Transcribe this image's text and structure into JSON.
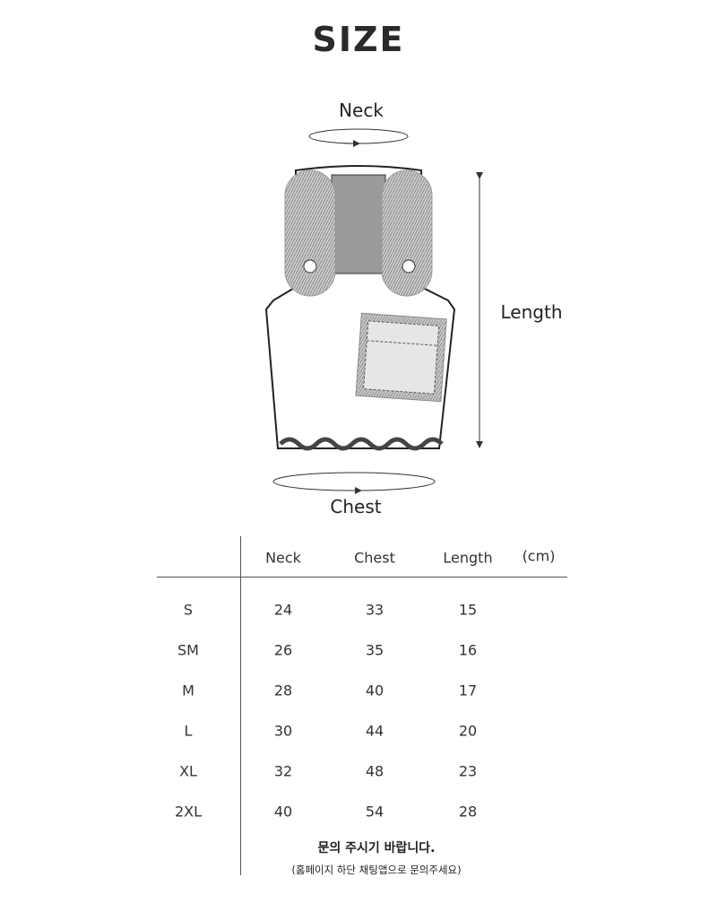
{
  "title": "SIZE",
  "diagram": {
    "neck_label": "Neck",
    "length_label": "Length",
    "chest_label": "Chest"
  },
  "table": {
    "headers": [
      "Neck",
      "Chest",
      "Length"
    ],
    "unit": "(cm)",
    "rows": [
      {
        "size": "S",
        "values": [
          "24",
          "33",
          "15"
        ]
      },
      {
        "size": "SM",
        "values": [
          "26",
          "35",
          "16"
        ]
      },
      {
        "size": "M",
        "values": [
          "28",
          "40",
          "17"
        ]
      },
      {
        "size": "L",
        "values": [
          "30",
          "44",
          "20"
        ]
      },
      {
        "size": "XL",
        "values": [
          "32",
          "48",
          "23"
        ]
      },
      {
        "size": "2XL",
        "values": [
          "40",
          "54",
          "28"
        ]
      }
    ]
  },
  "note": {
    "line1": "문의 주시기 바랍니다.",
    "line2": "(홈페이지 하단 채팅앱으로 문의주세요)"
  }
}
